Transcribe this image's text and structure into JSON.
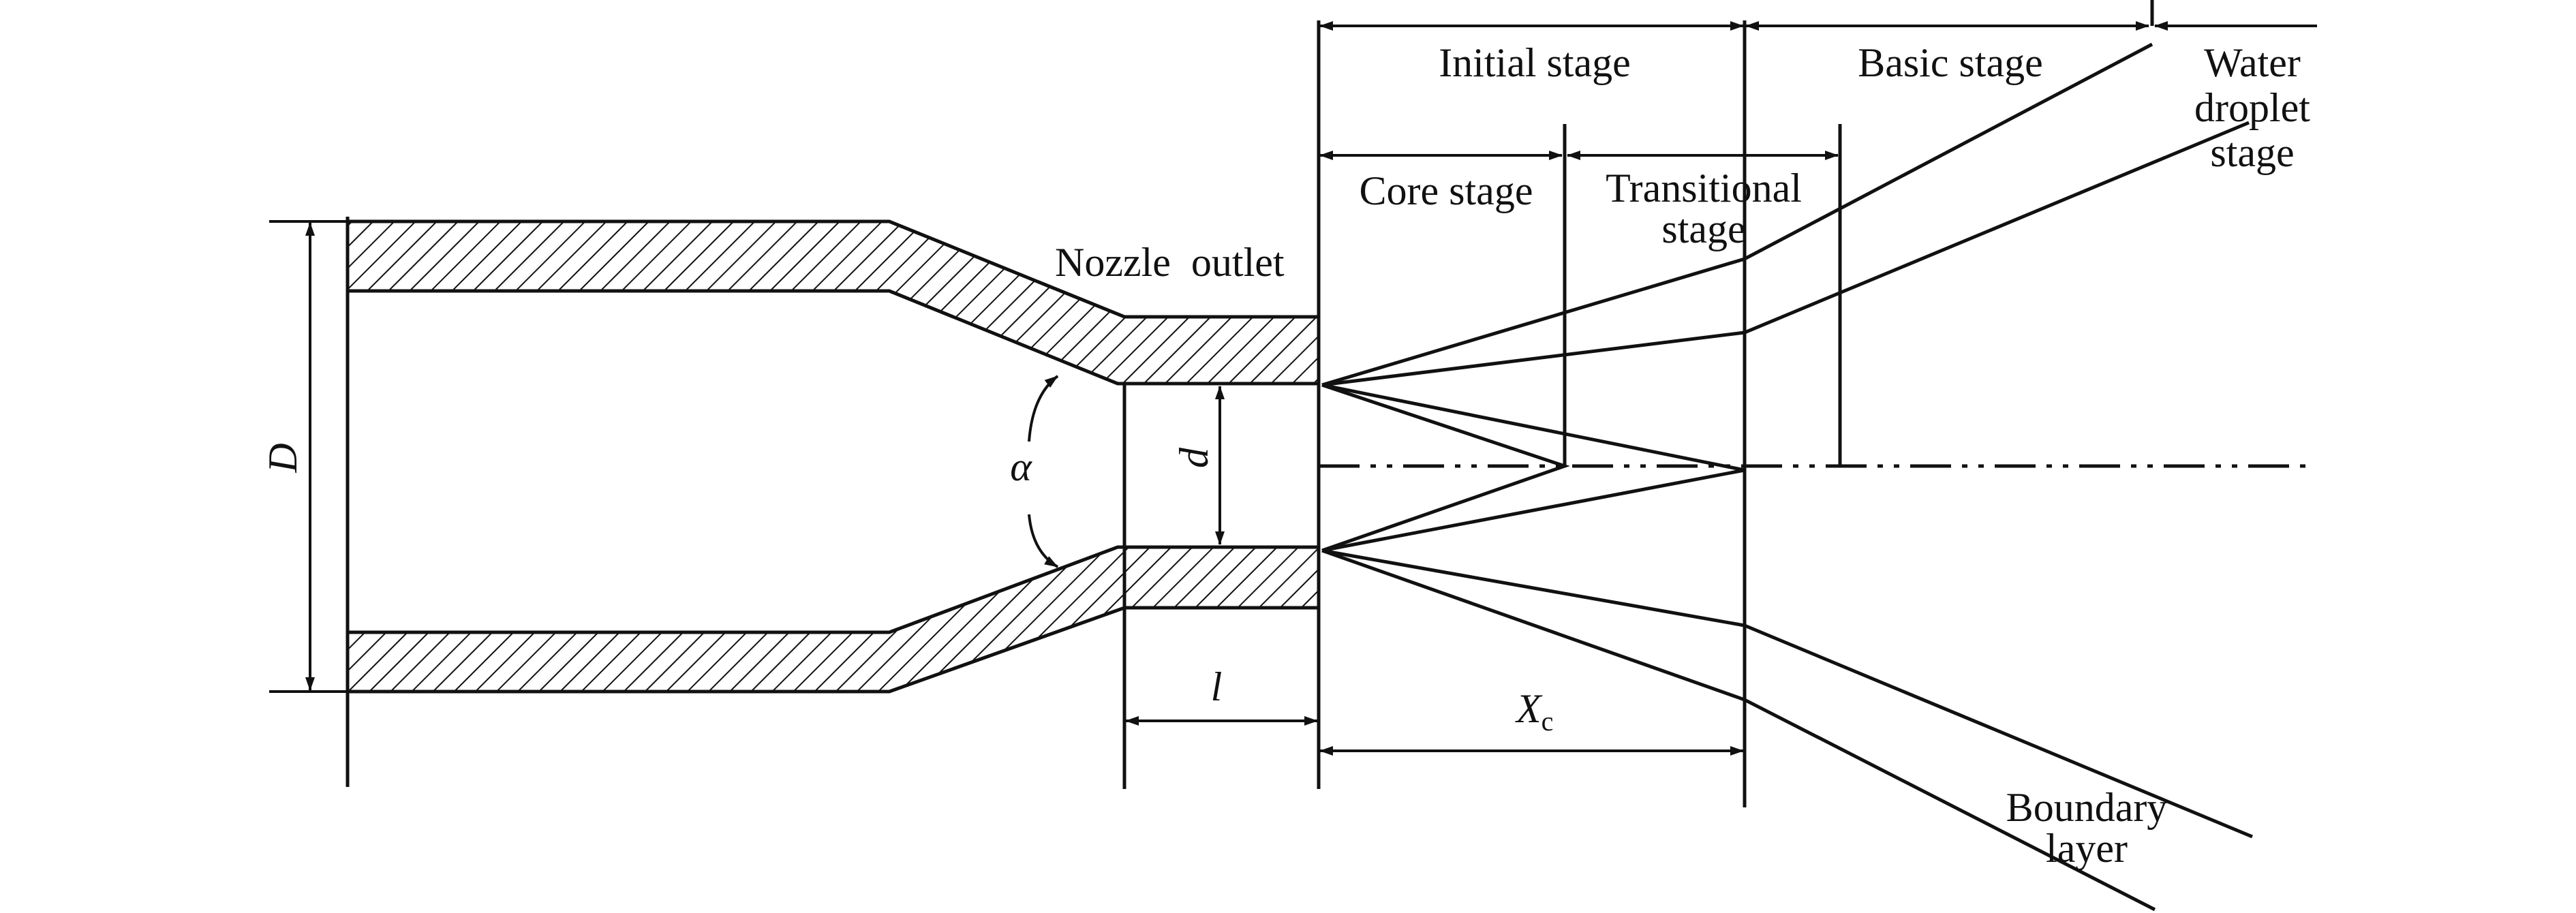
{
  "labels": {
    "initial_stage": "Initial stage",
    "basic_stage": "Basic stage",
    "water_droplet_stage": [
      "Water",
      "droplet",
      "stage"
    ],
    "core_stage": "Core stage",
    "transitional_stage": [
      "Transitional",
      "stage"
    ],
    "nozzle_outlet": "Nozzle  outlet",
    "boundary_layer": [
      "Boundary",
      "layer"
    ],
    "diameter_inlet": "D",
    "diameter_outlet": "d",
    "angle": "α",
    "length": "l",
    "core_length": "X",
    "core_length_sub": "c"
  },
  "colors": {
    "line": "#111111",
    "background": "#ffffff"
  }
}
